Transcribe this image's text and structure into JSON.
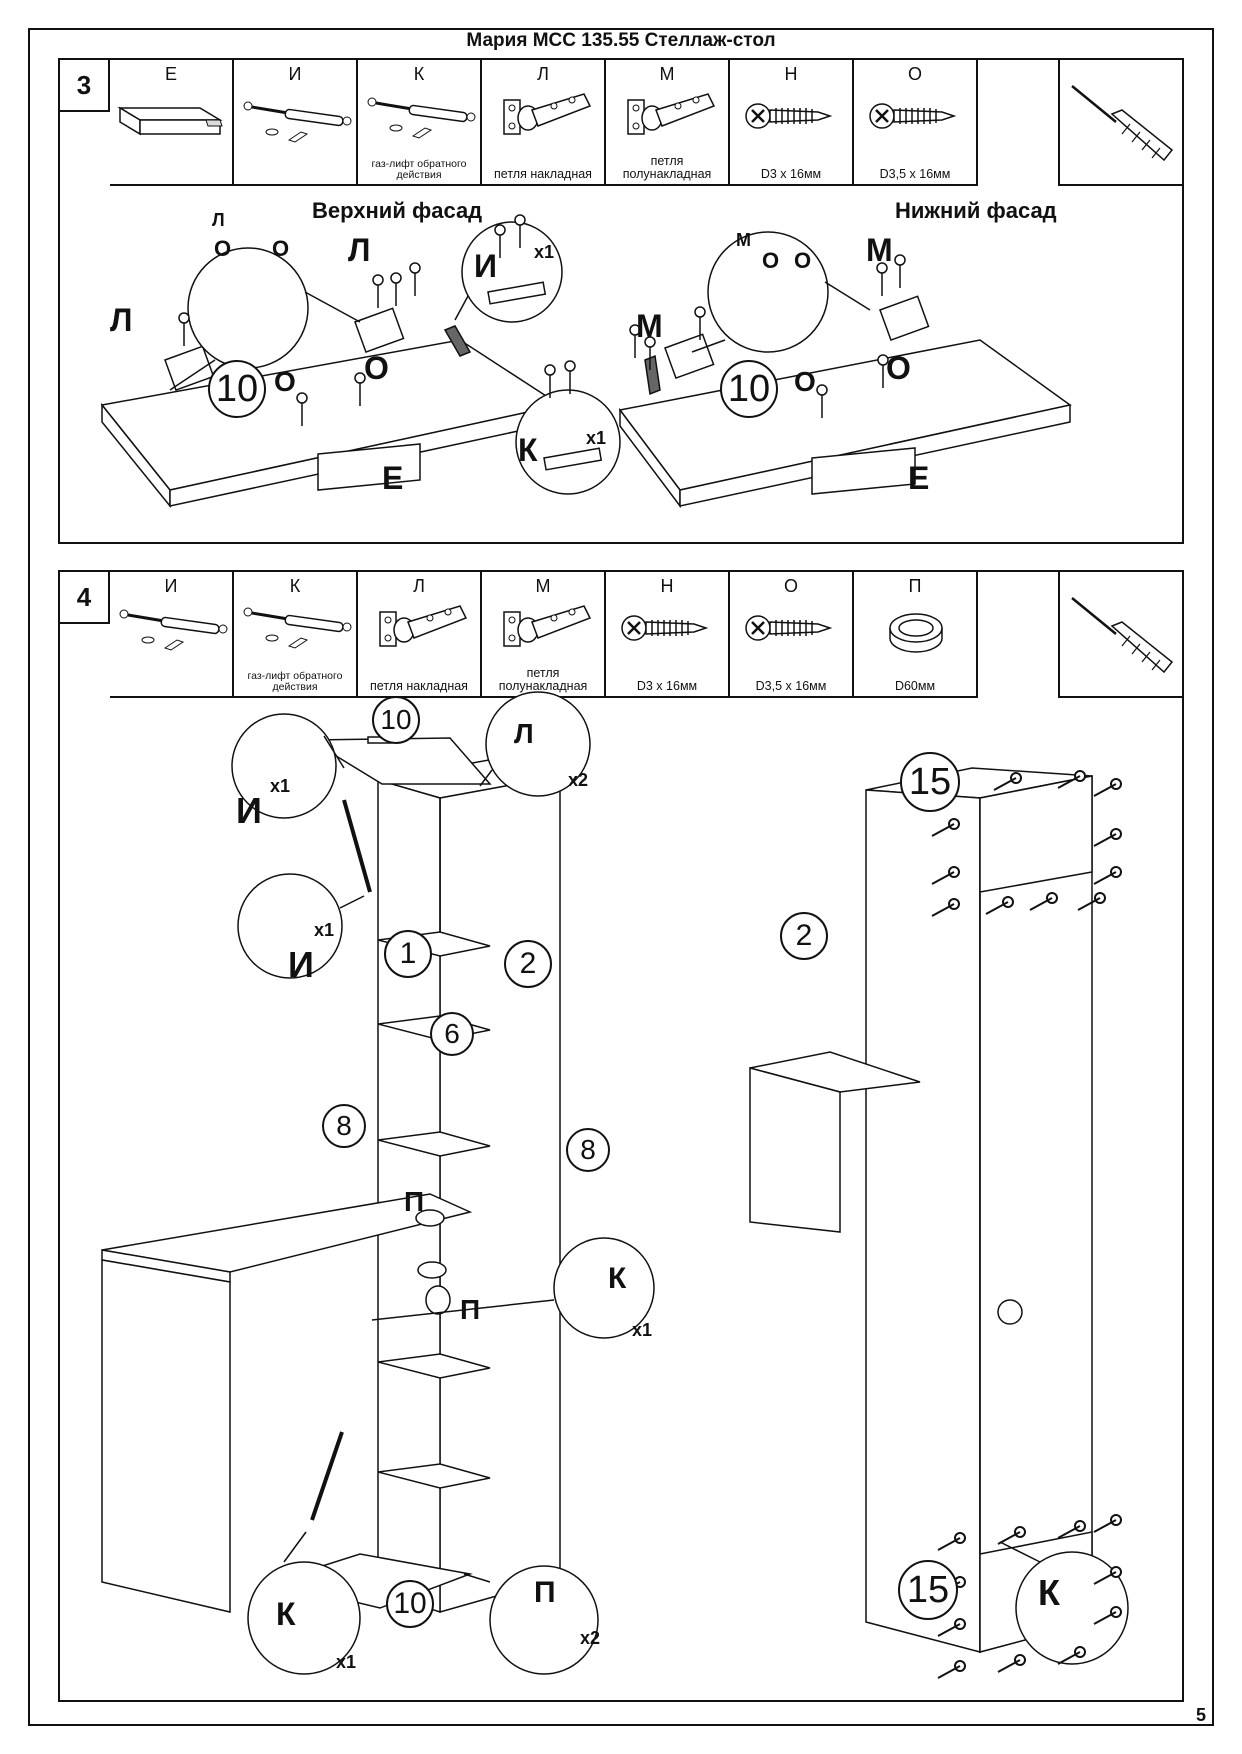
{
  "title": "Мария МСС 135.55 Стеллаж-стол",
  "page_number": "5",
  "step3": {
    "number": "3",
    "parts": [
      {
        "letter": "Е",
        "caption": "",
        "icon": "handle-icon"
      },
      {
        "letter": "И",
        "caption": "",
        "icon": "gas-lift-icon"
      },
      {
        "letter": "К",
        "caption": "газ-лифт обратного действия",
        "icon": "gas-lift-reverse-icon"
      },
      {
        "letter": "Л",
        "caption": "петля накладная",
        "icon": "hinge-overlay-icon"
      },
      {
        "letter": "М",
        "caption": "петля полунакладная",
        "icon": "hinge-half-overlay-icon"
      },
      {
        "letter": "Н",
        "caption": "D3 x 16мм",
        "icon": "screw-icon"
      },
      {
        "letter": "О",
        "caption": "D3,5 x 16мм",
        "icon": "screw-icon"
      }
    ],
    "tool_icon": "screwdriver-icon",
    "upper_title": "Верхний фасад",
    "lower_title": "Нижний фасад",
    "labels": {
      "l": "Л",
      "o": "О",
      "i": "И",
      "k": "К",
      "m": "М",
      "e": "Е",
      "x1": "x1",
      "panel": "10"
    }
  },
  "step4": {
    "number": "4",
    "parts": [
      {
        "letter": "И",
        "caption": "",
        "icon": "gas-lift-icon"
      },
      {
        "letter": "К",
        "caption": "газ-лифт обратного действия",
        "icon": "gas-lift-reverse-icon"
      },
      {
        "letter": "Л",
        "caption": "петля накладная",
        "icon": "hinge-overlay-icon"
      },
      {
        "letter": "М",
        "caption": "петля полунакладная",
        "icon": "hinge-half-overlay-icon"
      },
      {
        "letter": "Н",
        "caption": "D3 x 16мм",
        "icon": "screw-icon"
      },
      {
        "letter": "О",
        "caption": "D3,5 x 16мм",
        "icon": "screw-icon"
      },
      {
        "letter": "П",
        "caption": "D60мм",
        "icon": "cable-grommet-icon"
      }
    ],
    "tool_icon": "screwdriver-icon",
    "labels": {
      "i": "И",
      "k": "К",
      "l": "Л",
      "p": "П",
      "x1": "x1",
      "x2": "x2",
      "p10": "10",
      "p1": "1",
      "p2": "2",
      "p6": "6",
      "p8": "8",
      "p15": "15"
    }
  }
}
